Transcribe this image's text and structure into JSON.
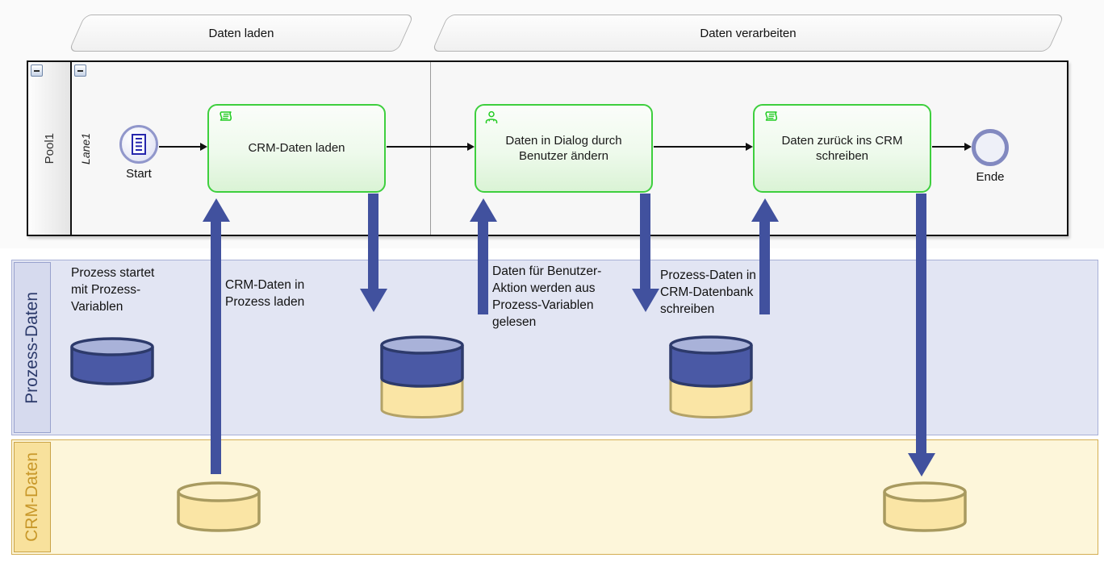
{
  "phases": [
    {
      "label": "Daten laden"
    },
    {
      "label": "Daten verarbeiten"
    }
  ],
  "pool": {
    "label": "Pool1",
    "lane_label": "Lane1"
  },
  "flow": {
    "start_label": "Start",
    "end_label": "Ende",
    "tasks": [
      {
        "label": "CRM-Daten laden",
        "icon": "script-icon"
      },
      {
        "label": "Daten in Dialog durch Benutzer ändern",
        "icon": "user-icon"
      },
      {
        "label": "Daten zurück ins CRM schreiben",
        "icon": "script-icon"
      }
    ]
  },
  "process_data_lane": {
    "label": "Prozess-Daten",
    "notes": [
      {
        "text": "Prozess startet\nmit Prozess-\nVariablen"
      },
      {
        "text": "CRM-Daten in\nProzess laden"
      },
      {
        "text": "Daten für Benutzer-\nAktion werden aus\nProzess-Variablen\ngelesen"
      },
      {
        "text": "Prozess-Daten in\nCRM-Datenbank\nschreiben"
      }
    ]
  },
  "crm_data_lane": {
    "label": "CRM-Daten"
  },
  "colors": {
    "data_arrow_blue": "#41519e",
    "task_border_green": "#3ecf3e",
    "task_icon_green": "#22cc22",
    "process_lane_bg": "#e2e5f3",
    "process_lane_label": "#2c3a6b",
    "crm_lane_bg": "#fdf6da",
    "crm_lane_label": "#c8982a",
    "process_db_fill": "#4a59a5",
    "crm_db_fill": "#fae5a5"
  }
}
